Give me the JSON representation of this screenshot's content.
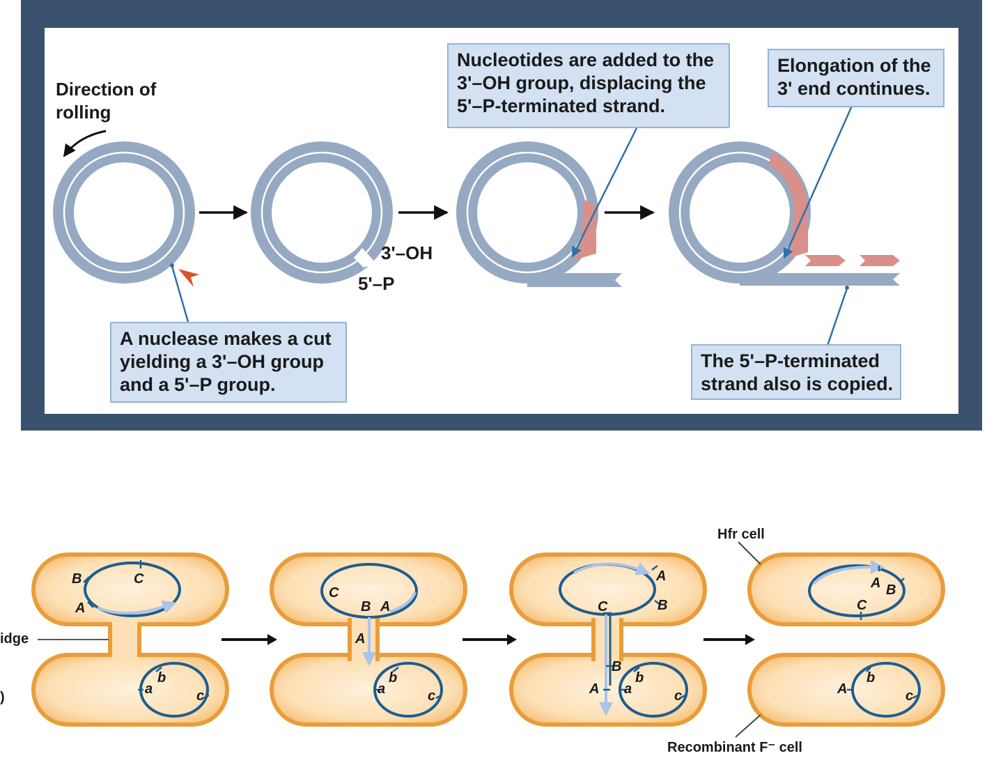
{
  "top_panel": {
    "direction_label": "Direction of\nrolling",
    "callout_nuclease": "A nuclease makes a cut\nyielding a 3'–OH group\nand a 5'–P group.",
    "label_3oh": "3'–OH",
    "label_5p": "5'–P",
    "callout_nucleotides": "Nucleotides are added to the\n3'–OH group, displacing the\n5'–P-terminated strand.",
    "callout_elongation": "Elongation of the\n3' end continues.",
    "callout_copied": "The 5'–P-terminated\nstrand also is copied."
  },
  "bottom_panel": {
    "bridge_label": "idge",
    "fminus_label": ")",
    "hfr_label": "Hfr cell",
    "recombinant_label": "Recombinant F⁻ cell",
    "gene_A": "A",
    "gene_B": "B",
    "gene_C": "C",
    "gene_a": "a",
    "gene_b": "b",
    "gene_c": "c"
  },
  "colors": {
    "frame": "#3a526e",
    "dna_strand": "#96a9c2",
    "new_strand": "#d9908a",
    "nuclease_marker": "#d4552a",
    "leader_line": "#2f6fa8",
    "callout_fill": "#d3e1f2",
    "cell_body": "#fde3bd",
    "cell_rim": "#e99d39",
    "plasmid": "#1e5d8e",
    "plasmid_transfer": "#a9c4e8"
  }
}
